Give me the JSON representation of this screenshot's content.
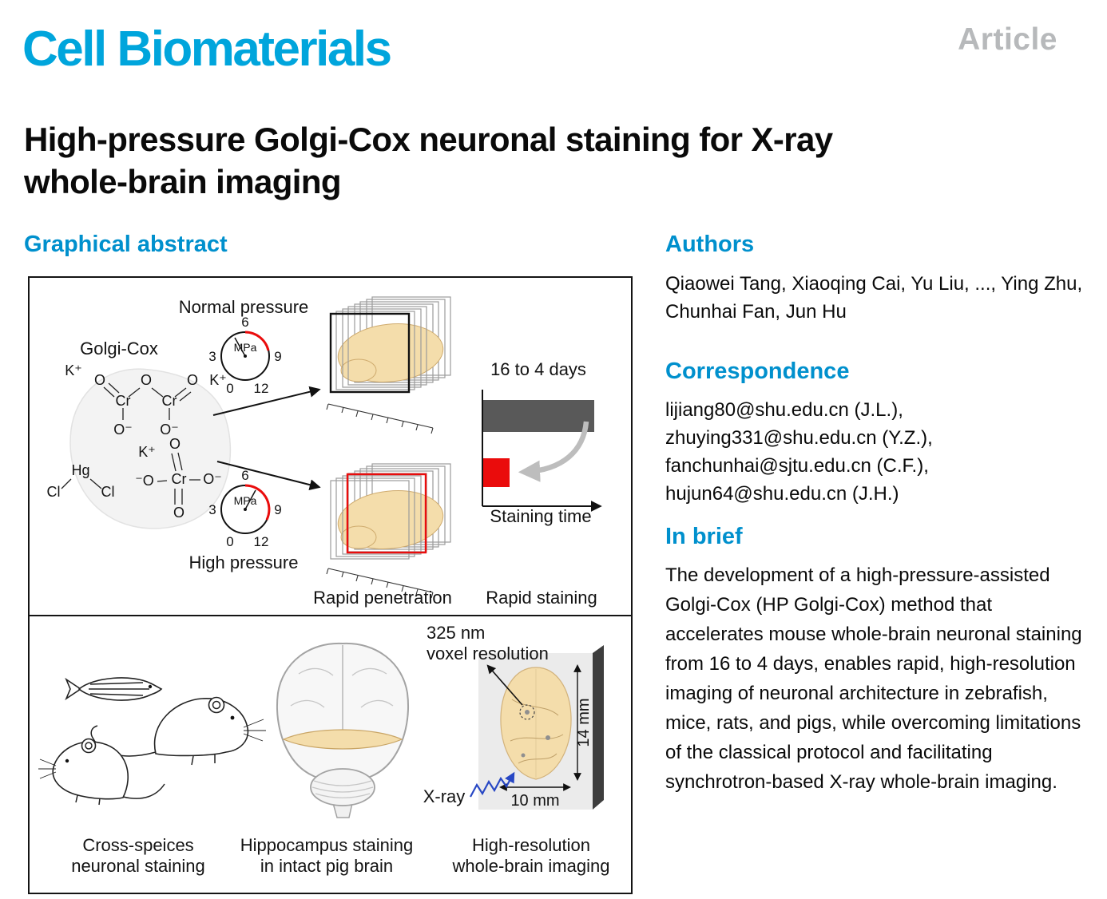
{
  "colors": {
    "brand": "#00a5dc",
    "heading": "#0090cd",
    "article_label": "#b7b9bb",
    "red": "#ea0c0c",
    "bar_gray": "#595959",
    "brain_tan": "#f4ddab",
    "xray_blue": "#2747c4"
  },
  "header": {
    "journal": "Cell Biomaterials",
    "article_type": "Article"
  },
  "title_lines": [
    "High-pressure Golgi-Cox neuronal staining for X-ray",
    "whole-brain imaging"
  ],
  "graphical_abstract": {
    "heading": "Graphical abstract"
  },
  "authors": {
    "heading": "Authors",
    "names": "Qiaowei Tang, Xiaoqing Cai, Yu Liu, ..., Ying Zhu, Chunhai Fan, Jun Hu"
  },
  "correspondence": {
    "heading": "Correspondence",
    "emails": "lijiang80@shu.edu.cn (J.L.), zhuying331@shu.edu.cn (Y.Z.), fanchunhai@sjtu.edu.cn (C.F.), hujun64@shu.edu.cn (J.H.)"
  },
  "in_brief": {
    "heading": "In brief",
    "text": "The development of a high-pressure-assisted Golgi-Cox (HP Golgi-Cox) method that accelerates mouse whole-brain neuronal staining from 16 to 4 days, enables rapid, high-resolution imaging of neuronal architecture in zebrafish, mice, rats, and pigs, while overcoming limitations of the classical protocol and facilitating synchrotron-based X-ray whole-brain imaging."
  },
  "figure": {
    "top": {
      "normal_pressure": "Normal pressure",
      "high_pressure": "High pressure",
      "golgi_cox": "Golgi-Cox",
      "gauge": {
        "unit": "MPa",
        "tick_0": "0",
        "tick_3": "3",
        "tick_6": "6",
        "tick_9": "9",
        "tick_12": "12"
      },
      "chem": [
        "K⁺",
        "O",
        "Cr",
        "O",
        "Cr",
        "O",
        "K⁺",
        "O⁻",
        "O⁻",
        "Hg",
        "Cl",
        "Cl",
        "K⁺",
        "O",
        "Cr",
        "⁻O",
        "O⁻",
        "O"
      ],
      "days_label": "16 to 4 days",
      "staining_time": "Staining time",
      "rapid_penetration": "Rapid penetration",
      "rapid_staining": "Rapid staining",
      "chart_data": {
        "type": "bar",
        "categories": [
          "Normal pressure",
          "High pressure"
        ],
        "values_days": [
          16,
          4
        ],
        "xlabel": "Staining time"
      }
    },
    "bottom": {
      "cross_species": [
        "Cross-speices",
        "neuronal staining"
      ],
      "hippocampus": [
        "Hippocampus staining",
        "in intact pig brain"
      ],
      "high_resolution": [
        "High-resolution",
        "whole-brain imaging"
      ],
      "voxel": [
        "325 nm",
        "voxel resolution"
      ],
      "xray": "X-ray",
      "width_label": "10 mm",
      "height_label": "14 mm"
    }
  }
}
